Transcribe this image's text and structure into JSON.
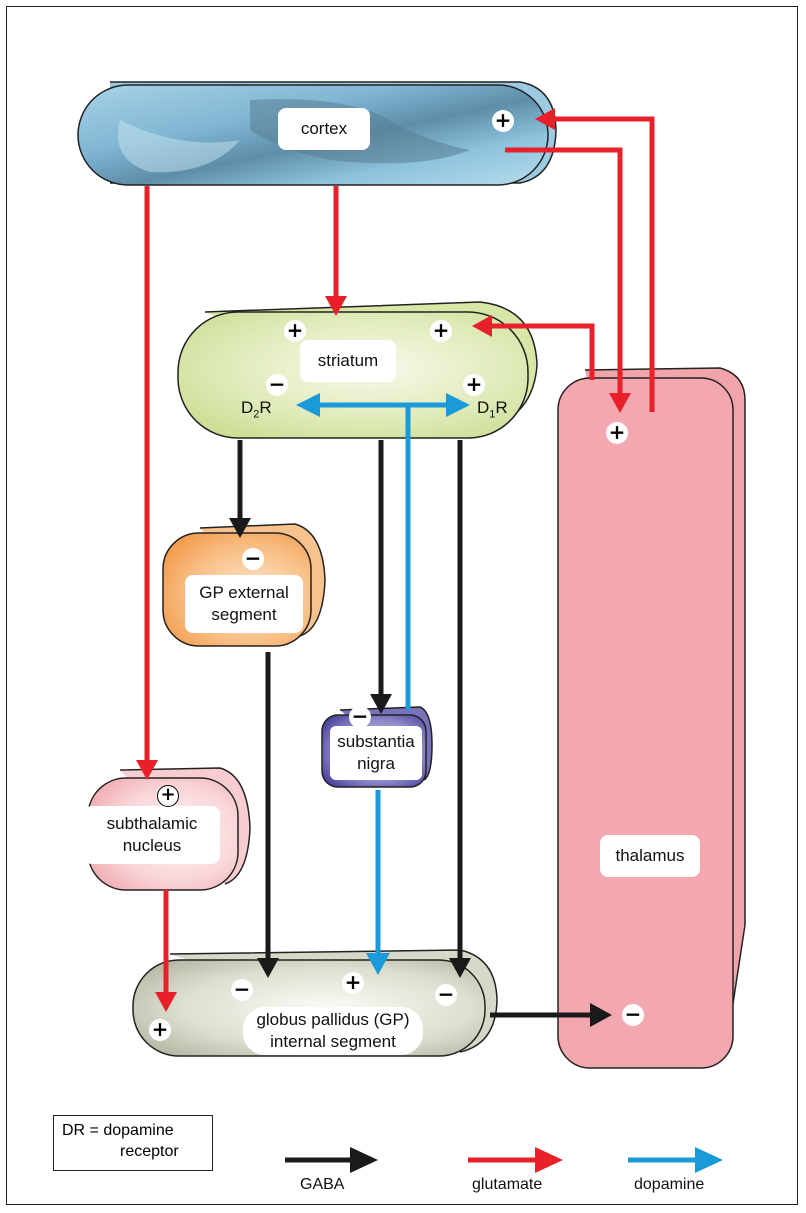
{
  "nodes": {
    "cortex": "cortex",
    "striatum": "striatum",
    "gp_external_line1": "GP external",
    "gp_external_line2": "segment",
    "substantia_line1": "substantia",
    "substantia_line2": "nigra",
    "subthalamic_line1": "subthalamic",
    "subthalamic_line2": "nucleus",
    "thalamus": "thalamus",
    "gp_internal_line1": "globus pallidus (GP)",
    "gp_internal_line2": "internal segment"
  },
  "receptors": {
    "d2_main": "D",
    "d2_sub": "2",
    "d2_tail": "R",
    "d1_main": "D",
    "d1_sub": "1",
    "d1_tail": "R"
  },
  "signs": {
    "plus": "+",
    "minus": "−"
  },
  "legend": {
    "abbr_line1": "DR  = dopamine",
    "abbr_line2": "receptor",
    "gaba": "GABA",
    "glutamate": "glutamate",
    "dopamine": "dopamine"
  },
  "colors": {
    "gaba": "#1a1a1a",
    "glutamate": "#e8202a",
    "dopamine": "#1a9ad9",
    "cortex": "#8cbfd9",
    "striatum": "#dbe9b0",
    "gp_external": "#f4a860",
    "substantia": "#6a64b0",
    "subthalamic": "#f6c4c8",
    "thalamus": "#f2a4ab",
    "gp_internal": "#cfcfc0"
  }
}
